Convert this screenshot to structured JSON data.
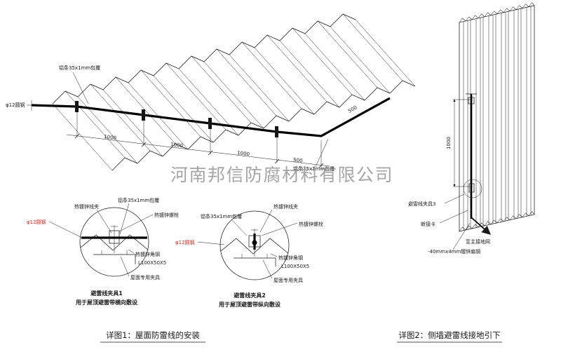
{
  "watermark": "河南邦信防腐材料有限公司",
  "colors": {
    "line": "#1a1a1a",
    "red": "#d42a1e",
    "watermark": "#8f8f8f"
  },
  "roof": {
    "strip_label_top": "铝条35x1mm包覆",
    "strip_label_right": "铝条35x1mm包覆",
    "rod_label": "φ12圆钢",
    "dims": [
      "1000",
      "1000",
      "1000",
      "500",
      "500"
    ]
  },
  "detail1": {
    "clamp": "热镀锌线夹",
    "strip": "铝条35x1mm包覆",
    "bolt": "热镀锌螺栓",
    "rod": "φ12圆钢",
    "angle": "热镀锌角钢",
    "angle_spec": "L100X50X5",
    "fixture": "屋面专用夹具",
    "title": "避雷线夹具1",
    "subtitle": "用于屋顶避雷带横向敷设"
  },
  "detail2": {
    "strip": "铝条35x1mm包覆",
    "clamp": "热镀锌线夹",
    "bolt": "热镀锌螺栓",
    "rod": "φ12圆钢",
    "angle": "热镀锌角钢",
    "angle_spec": "L100X50X5",
    "fixture": "屋面专用夹具",
    "title": "避雷线夹具2",
    "subtitle": "用于屋顶避雷带纵向敷设"
  },
  "wall": {
    "dim": "1000",
    "clamp3": "避雷线夹具3",
    "disconnect": "断接卡",
    "to_ground": "至主接地网",
    "flat_steel": "-40mmx4mm镀锌扁钢"
  },
  "captions": {
    "c1": "详图1：屋面防雷线的安装",
    "c2": "详图2：侧墙避雷线接地引下"
  }
}
